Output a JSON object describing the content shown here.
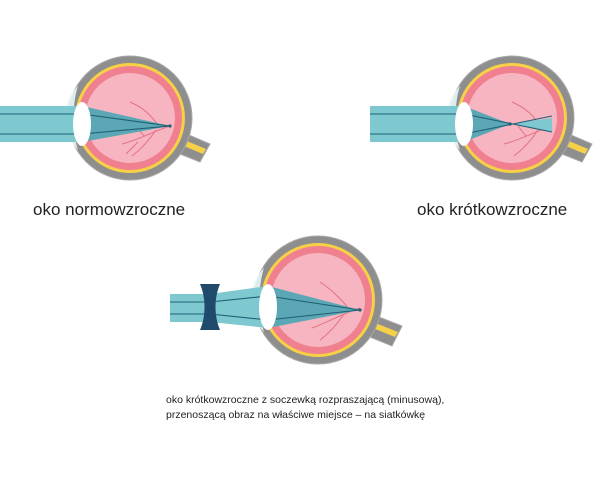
{
  "colors": {
    "sclera": "#8e8e8e",
    "sclera_edge": "#a8a8a8",
    "choroid": "#f6d046",
    "retina": "#f07f8f",
    "vitreous": "#f6b5c0",
    "vessel": "#e27282",
    "beam": "#7ec8d0",
    "beam_dark": "#3e8c9e",
    "ray": "#1f5f73",
    "lens": "#ffffff",
    "cornea": "#e7f6f7",
    "nerve": "#f6d046",
    "diverging_lens": "#1f4a6b"
  },
  "captions": {
    "normal": "oko normowzroczne",
    "myopic": "oko krótkowzroczne",
    "corrected_line1": "oko krótkowzroczne z soczewką rozpraszającą (minusową),",
    "corrected_line2": "przenoszącą obraz na właściwe miejsce – na siatkówkę"
  }
}
